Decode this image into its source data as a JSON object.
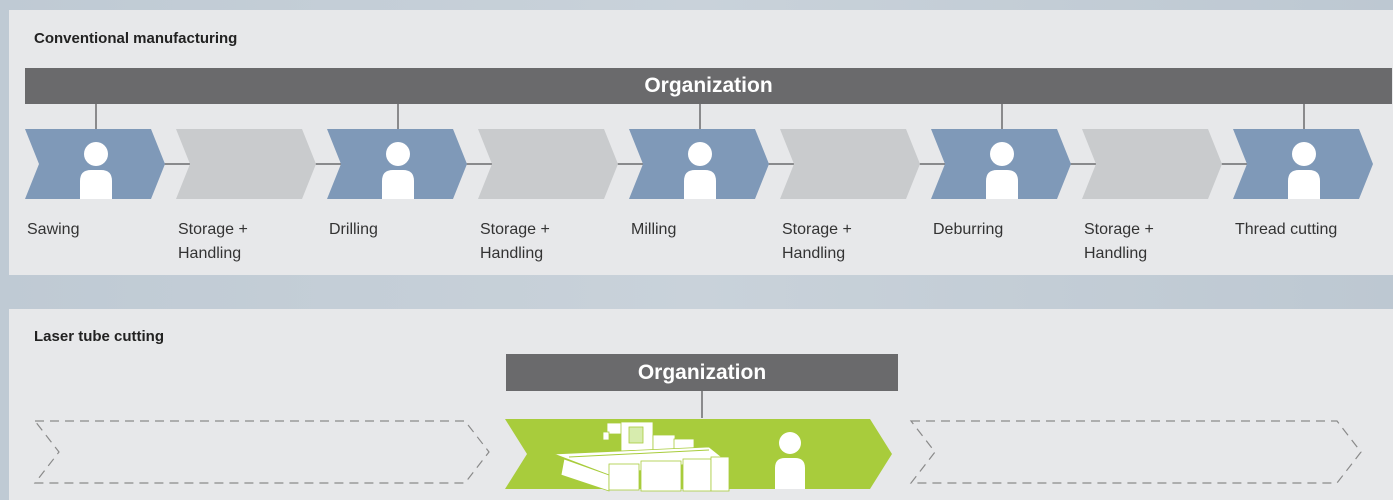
{
  "sections": {
    "conventional": {
      "title": "Conventional manufacturing",
      "organization": "Organization",
      "steps": [
        {
          "label": "Sawing",
          "kind": "process"
        },
        {
          "label": "Storage +\nHandling",
          "kind": "storage"
        },
        {
          "label": "Drilling",
          "kind": "process"
        },
        {
          "label": "Storage +\nHandling",
          "kind": "storage"
        },
        {
          "label": "Milling",
          "kind": "process"
        },
        {
          "label": "Storage +\nHandling",
          "kind": "storage"
        },
        {
          "label": "Deburring",
          "kind": "process"
        },
        {
          "label": "Storage +\nHandling",
          "kind": "storage"
        },
        {
          "label": "Thread cutting",
          "kind": "process"
        }
      ]
    },
    "laser": {
      "title": "Laser tube cutting",
      "organization": "Organization"
    }
  },
  "colors": {
    "process_chevron": "#7f99b8",
    "storage_chevron": "#c9cbcd",
    "laser_chevron": "#a8cc3c",
    "organization_bar": "#6a6a6c",
    "panel": "#e7e8ea"
  },
  "icons": {
    "process": "person-icon",
    "laser": "laser-tube-cutting-machine-icon"
  }
}
